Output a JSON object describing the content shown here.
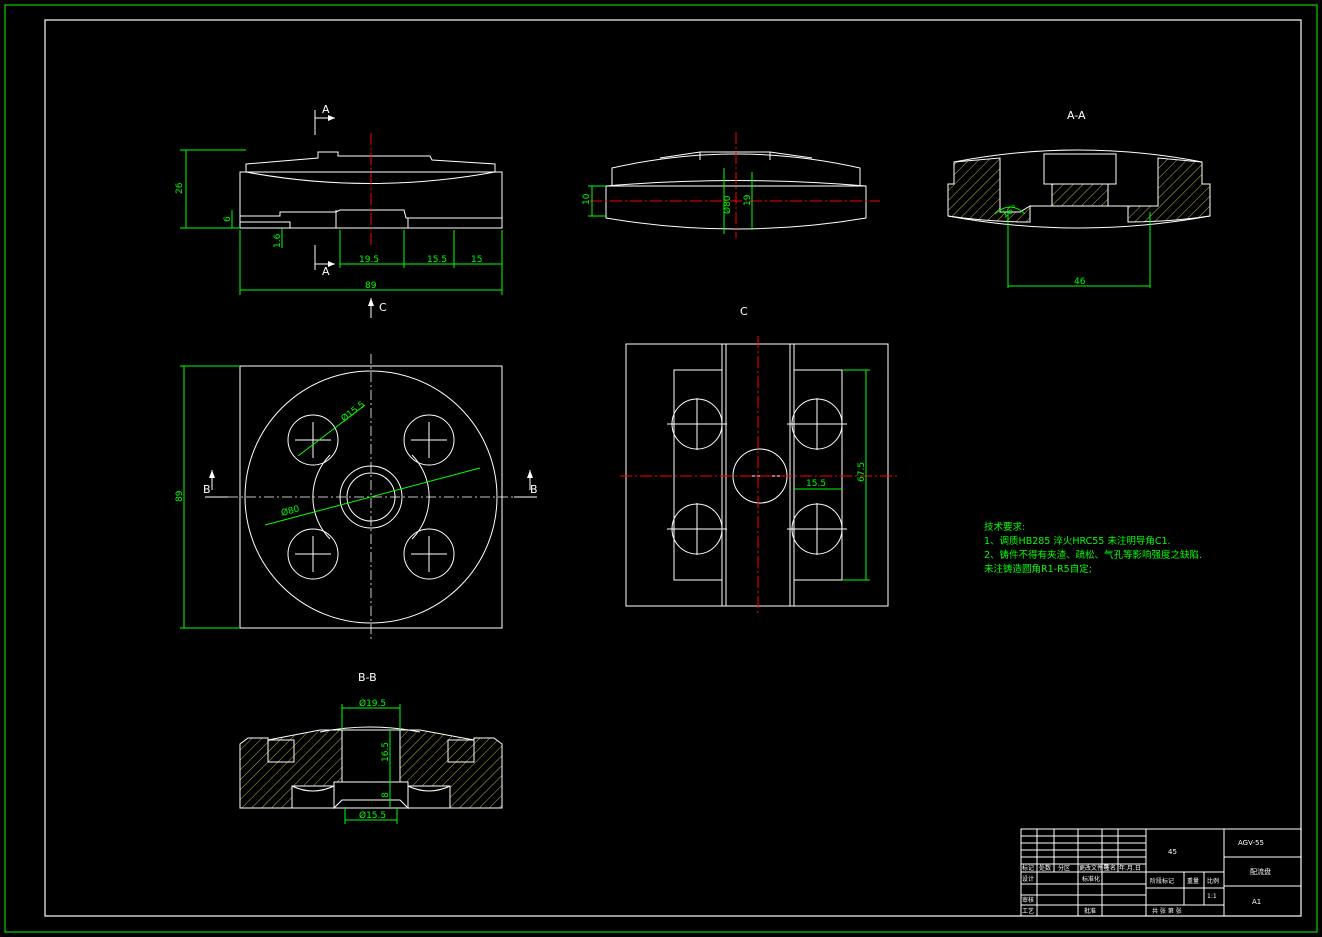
{
  "views": {
    "section_aa": "A-A",
    "section_bb": "B-B",
    "view_c": "C",
    "view_c_arrow": "C",
    "cut_a_top": "A",
    "cut_a_bottom": "A",
    "cut_b_left": "B",
    "cut_b_right": "B"
  },
  "dims": {
    "front_height": "26",
    "front_step": "6",
    "front_groove_depth": "1.6",
    "front_w1": "19.5",
    "front_w2": "15.5",
    "front_w3": "15",
    "front_total": "89",
    "side_h10": "10",
    "side_dia80": "Ø80",
    "side_h19": "19",
    "aa_angle": "16°",
    "aa_w46": "46",
    "top_side89": "89",
    "top_dia155": "Ø15.5",
    "top_dia80": "Ø80",
    "c_w155": "15.5",
    "c_h675": "67.5",
    "bb_dia195": "Ø19.5",
    "bb_h165": "16.5",
    "bb_h8": "8",
    "bb_dia155": "Ø15.5"
  },
  "notes": {
    "title": "技术要求:",
    "line1": "1、调质HB285 淬火HRC55 未注明导角C1.",
    "line2": "2、铸件不得有夹渣、疏松、气孔等影响强度之缺陷.",
    "line3": "未注铸造圆角R1-R5自定;"
  },
  "title_block": {
    "material": "45",
    "drawing_no": "AGV-55",
    "part_name": "配流盘",
    "sheet_size": "A1",
    "scale_value": "1:1",
    "headers": [
      "标记",
      "处数",
      "分区",
      "更改文件号",
      "签名",
      "年.月.日"
    ],
    "design": "设计",
    "standardize": "标准化",
    "review": "审核",
    "process": "工艺",
    "approve": "批准",
    "stage_mark": "阶段标记",
    "weight": "重量",
    "scale": "比例",
    "sheets": "共 张 第 张"
  }
}
